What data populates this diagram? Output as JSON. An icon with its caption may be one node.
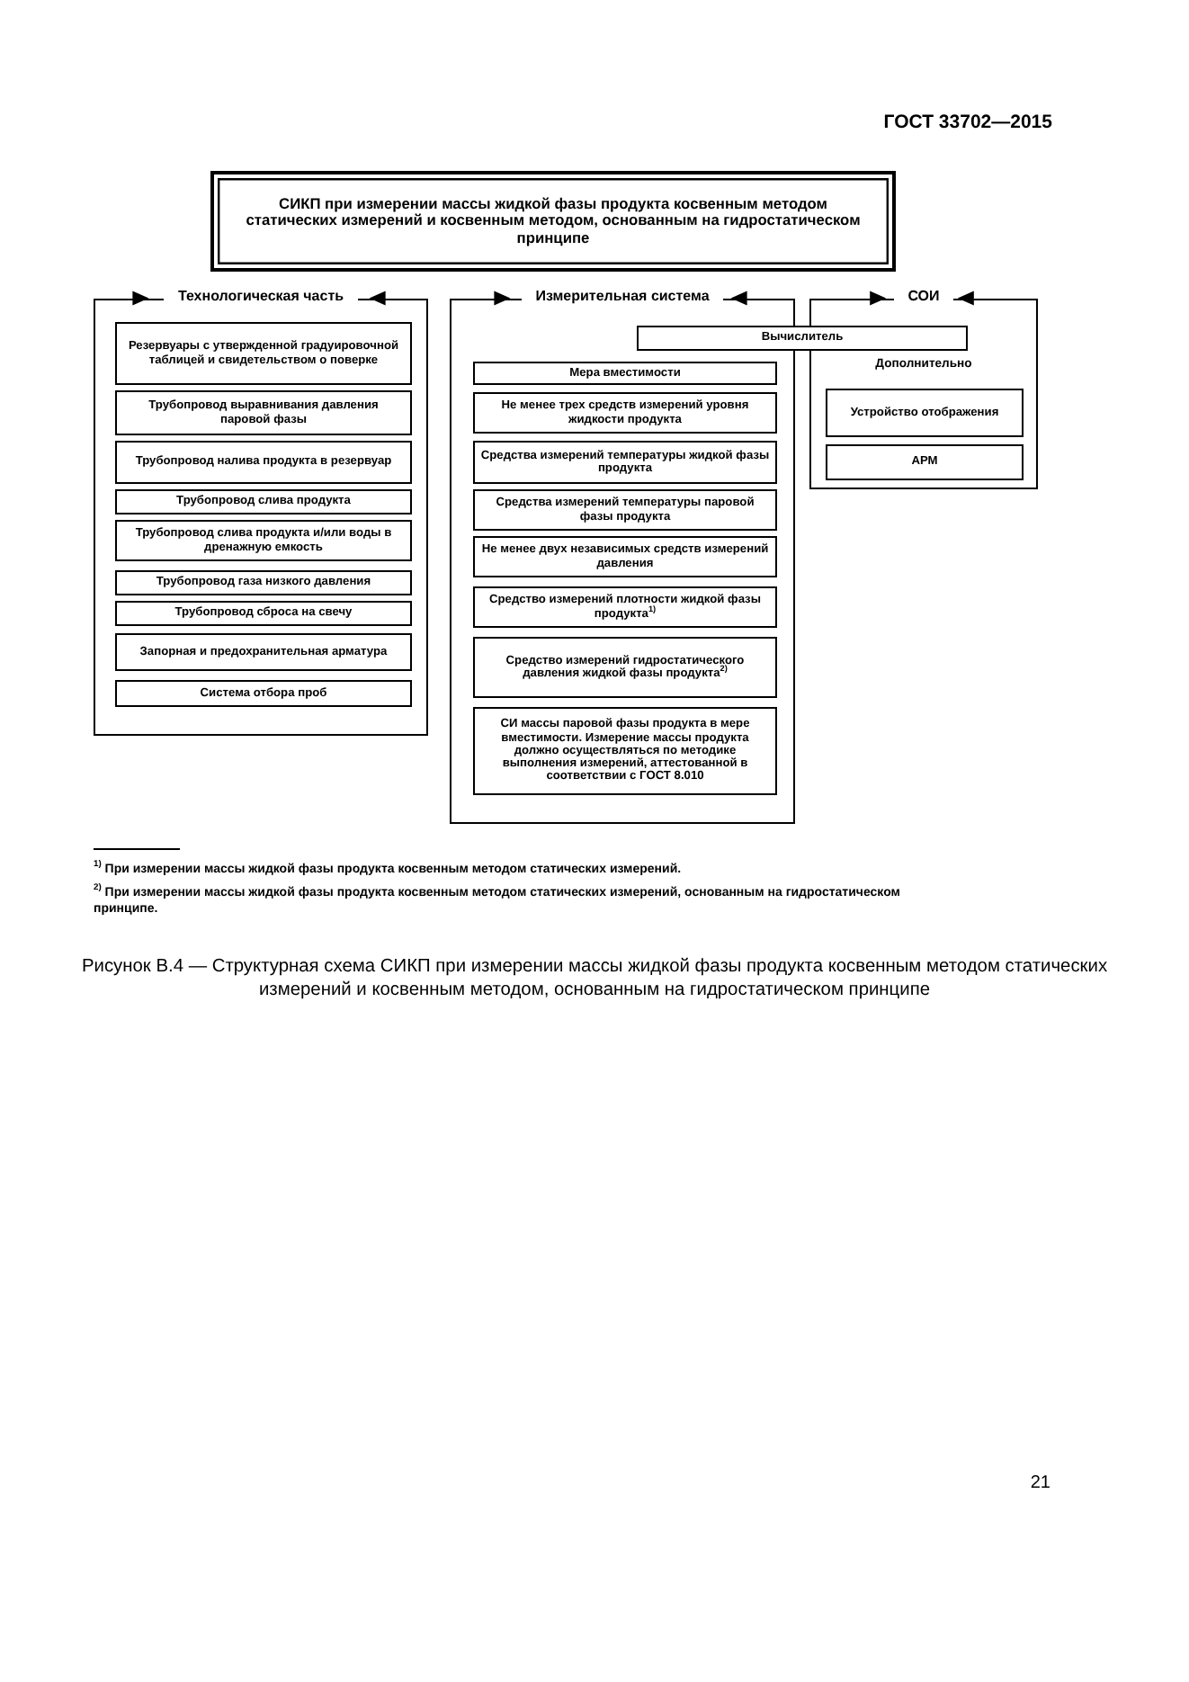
{
  "diagram": {
    "caption": "Рисунок В.4 — Структурная схема СИКП при измерении массы жидкой фазы продукта косвенным методом статических измерений и косвенным методом, основанным на гидростатическом принципе",
    "nodes": [
      {
        "text": [
          "СИКП при измерении массы жидкой фазы продукта косвенным методом статических измерений и косвенным методом, основанным на гидростатическом принципе"
        ]
      },
      {
        "text": [
          "Технологическая часть"
        ]
      },
      {
        "text": [
          "Резервуары с утвержденной градуировочной таблицей и свидетельством о поверке"
        ],
        "in": 1
      },
      {
        "text": [
          "Трубопровод выравнивания давления паровой фазы"
        ],
        "in": 1
      },
      {
        "text": [
          "Трубопровод налива продукта в резервуар"
        ],
        "in": 1
      },
      {
        "text": [
          "Трубопровод слива продукта"
        ],
        "in": 1
      },
      {
        "text": [
          "Трубопровод слива продукта и/или воды в дренажную емкость"
        ],
        "in": 1
      },
      {
        "text": [
          "Трубопровод газа низкого давления"
        ],
        "in": 1
      },
      {
        "text": [
          "Трубопровод сброса на свечу"
        ],
        "in": 1
      },
      {
        "text": [
          "Запорная и предохранительная арматура"
        ],
        "in": 1
      },
      {
        "text": [
          "Система отбора проб"
        ],
        "in": 1
      },
      {
        "text": [
          "Измерительная система"
        ]
      },
      {
        "text": [
          "Мера вместимости"
        ],
        "in": 11
      },
      {
        "text": [
          "Не менее трех средств измерений уровня жидкости продукта"
        ],
        "in": 11
      },
      {
        "text": [
          "Средства измерений температуры жидкой фазы продукта"
        ],
        "in": 11
      },
      {
        "text": [
          "Средства измерений температуры паровой фазы продукта"
        ],
        "in": 11
      },
      {
        "text": [
          "Не менее двух независимых средств измерений давления"
        ],
        "in": 11
      },
      {
        "text": [
          "Средство измерений плотности жидкой фазы продукта$^{1)}$"
        ],
        "in": 11
      },
      {
        "text": [
          "Средство измерений гидростатического давления жидкой фазы продукта$^{2)}$"
        ],
        "in": 11
      },
      {
        "text": [
          "СИ массы паровой фазы продукта в мере вместимости. Измерение массы продукта должно осуществляться по методике выполнения измерений, аттестованной в соответствии с ГОСТ 8.010"
        ],
        "in": 11
      },
      {
        "text": [
          "СОИ"
        ]
      },
      {
        "text": [
          "Вычислитель"
        ]
      },
      {
        "text": [
          "Устройство отображения"
        ],
        "in": 20
      },
      {
        "text": [
          "АРМ"
        ],
        "in": 20
      }
    ],
    "labels": [
      "ГОСТ 33702—2015",
      "Дополнительно",
      "$^{1)}$ При измерении массы жидкой фазы продукта косвенным методом статических измерений.",
      "$^{2)}$ При измерении массы жидкой фазы продукта косвенным методом статических измерений, основанным на гидростатическом принципе.",
      "21"
    ]
  }
}
